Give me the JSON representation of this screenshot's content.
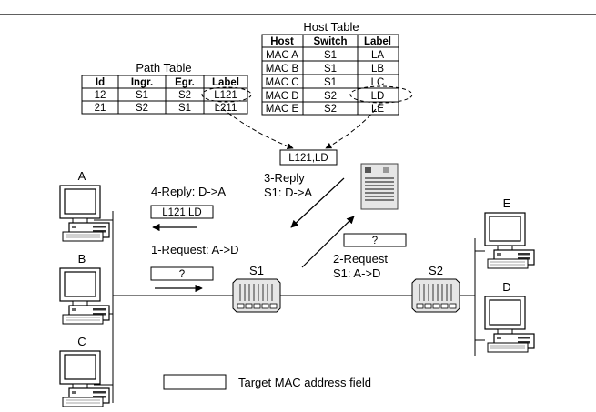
{
  "path_table": {
    "title": "Path Table",
    "headers": [
      "Id",
      "Ingr.",
      "Egr.",
      "Label"
    ],
    "rows": [
      [
        "12",
        "S1",
        "S2",
        "L121"
      ],
      [
        "21",
        "S2",
        "S1",
        "L211"
      ]
    ]
  },
  "host_table": {
    "title": "Host Table",
    "headers": [
      "Host",
      "Switch",
      "Label"
    ],
    "rows": [
      [
        "MAC A",
        "S1",
        "LA"
      ],
      [
        "MAC B",
        "S1",
        "LB"
      ],
      [
        "MAC C",
        "S1",
        "LC"
      ],
      [
        "MAC D",
        "S2",
        "LD"
      ],
      [
        "MAC E",
        "S2",
        "LE"
      ]
    ]
  },
  "hosts": {
    "a": "A",
    "b": "B",
    "c": "C",
    "d": "D",
    "e": "E"
  },
  "switches": {
    "s1": "S1",
    "s2": "S2"
  },
  "messages": {
    "controller_field": "L121,LD",
    "reply3_line1": "3-Reply",
    "reply3_line2": "S1: D->A",
    "reply4": "4-Reply: D->A",
    "reply4_field": "L121,LD",
    "request1": "1-Request: A->D",
    "request1_field": "?",
    "request2_field": "?",
    "request2_line1": "2-Request",
    "request2_line2": "S1: A->D"
  },
  "legend": {
    "label": "Target MAC address field"
  }
}
